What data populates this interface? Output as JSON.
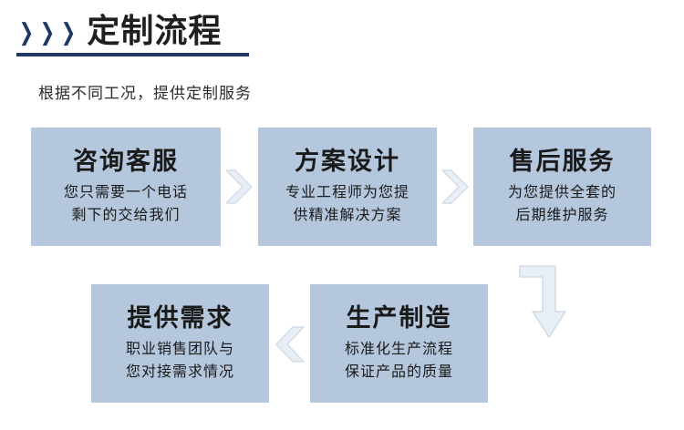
{
  "header": {
    "chevron_icon": "triple-chevron-right-icon",
    "title": "定制流程",
    "subtitle": "根据不同工况，提供定制服务",
    "accent_color": "#1f3864",
    "rule_color": "#1f3864"
  },
  "theme": {
    "box_fill": "#b4c7dc",
    "arrow_fill": "#e8eef5",
    "arrow_stroke": "#cdd9e5",
    "text_color": "#1a1a1a"
  },
  "steps": [
    {
      "id": "step-1",
      "title": "咨询客服",
      "lines": [
        "您只需要一个电话",
        "剩下的交给我们"
      ]
    },
    {
      "id": "step-2",
      "title": "方案设计",
      "lines": [
        "专业工程师为您提",
        "供精准解决方案"
      ]
    },
    {
      "id": "step-3",
      "title": "售后服务",
      "lines": [
        "为您提供全套的",
        "后期维护服务"
      ]
    },
    {
      "id": "step-4",
      "title": "提供需求",
      "lines": [
        "职业销售团队与",
        "您对接需求情况"
      ]
    },
    {
      "id": "step-5",
      "title": "生产制造",
      "lines": [
        "标准化生产流程",
        "保证产品的质量"
      ]
    }
  ],
  "connectors": [
    {
      "id": "connector-1",
      "icon": "chevron-right-arrow-icon"
    },
    {
      "id": "connector-2",
      "icon": "chevron-right-arrow-icon"
    },
    {
      "id": "connector-3",
      "icon": "curved-down-arrow-icon"
    },
    {
      "id": "connector-4",
      "icon": "chevron-left-arrow-icon"
    }
  ]
}
